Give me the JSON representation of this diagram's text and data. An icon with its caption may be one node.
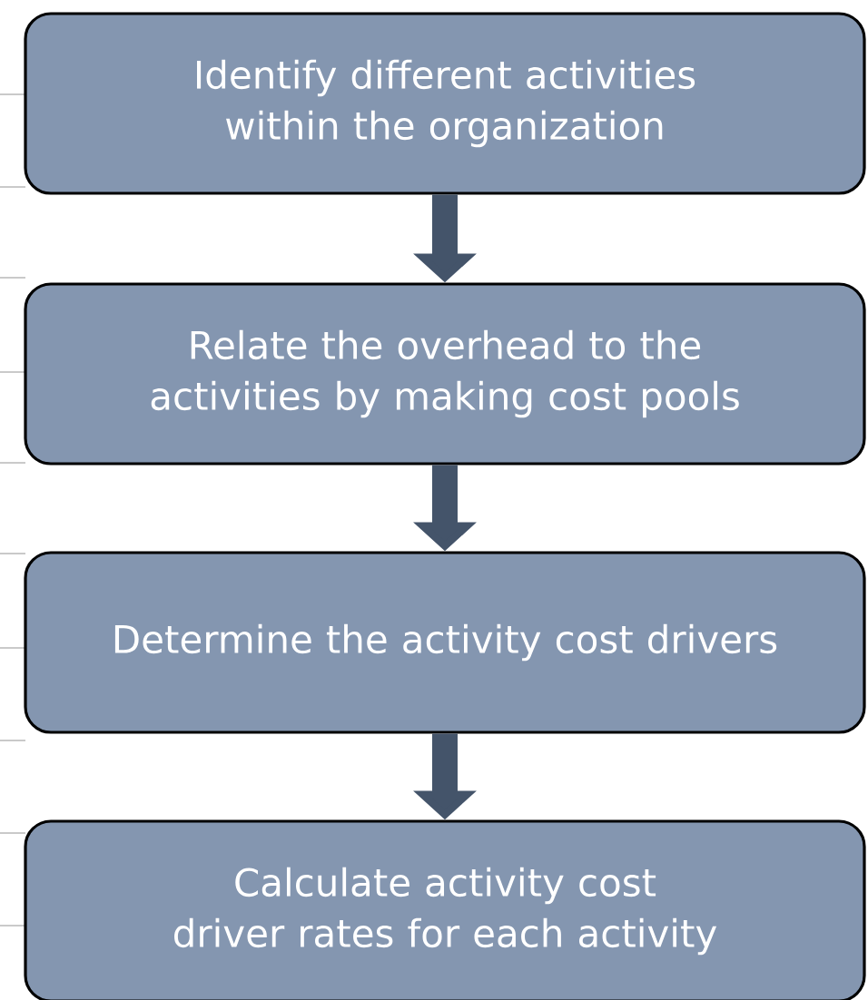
{
  "diagram": {
    "nodes": [
      {
        "text": [
          "Identify different activities within the organization"
        ]
      },
      {
        "text": [
          "Relate the overhead to the activities by making cost pools"
        ]
      },
      {
        "text": [
          "Determine the activity cost drivers"
        ]
      },
      {
        "text": [
          "Calculate activity cost driver rates for each activity"
        ]
      }
    ],
    "edges": [
      {
        "from": 0,
        "to": 1,
        "arrow": "to"
      },
      {
        "from": 1,
        "to": 2,
        "arrow": "to"
      },
      {
        "from": 2,
        "to": 3,
        "arrow": "to"
      }
    ]
  }
}
